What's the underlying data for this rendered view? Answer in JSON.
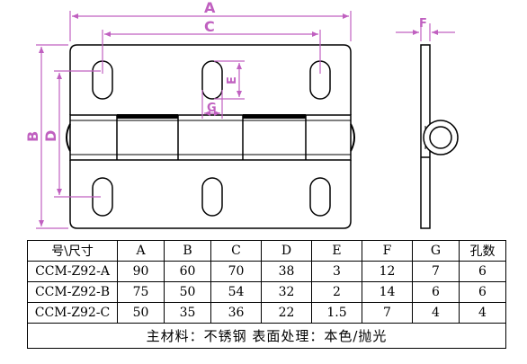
{
  "drawing": {
    "dimension_labels": {
      "A": "A",
      "B": "B",
      "C": "C",
      "D": "D",
      "E": "E",
      "F": "F",
      "G": "G"
    }
  },
  "table": {
    "headers": [
      "号\\尺寸",
      "A",
      "B",
      "C",
      "D",
      "E",
      "F",
      "G",
      "孔数"
    ],
    "rows": [
      [
        "CCM-Z92-A",
        "90",
        "60",
        "70",
        "38",
        "3",
        "12",
        "7",
        "6"
      ],
      [
        "CCM-Z92-B",
        "75",
        "50",
        "54",
        "32",
        "2",
        "14",
        "6",
        "6"
      ],
      [
        "CCM-Z92-C",
        "50",
        "35",
        "36",
        "22",
        "1.5",
        "7",
        "4",
        "4"
      ]
    ],
    "footer": "主材料：不锈钢    表面处理：本色/抛光"
  },
  "colors": {
    "dimension": "#c060c0",
    "outline": "#000000"
  }
}
